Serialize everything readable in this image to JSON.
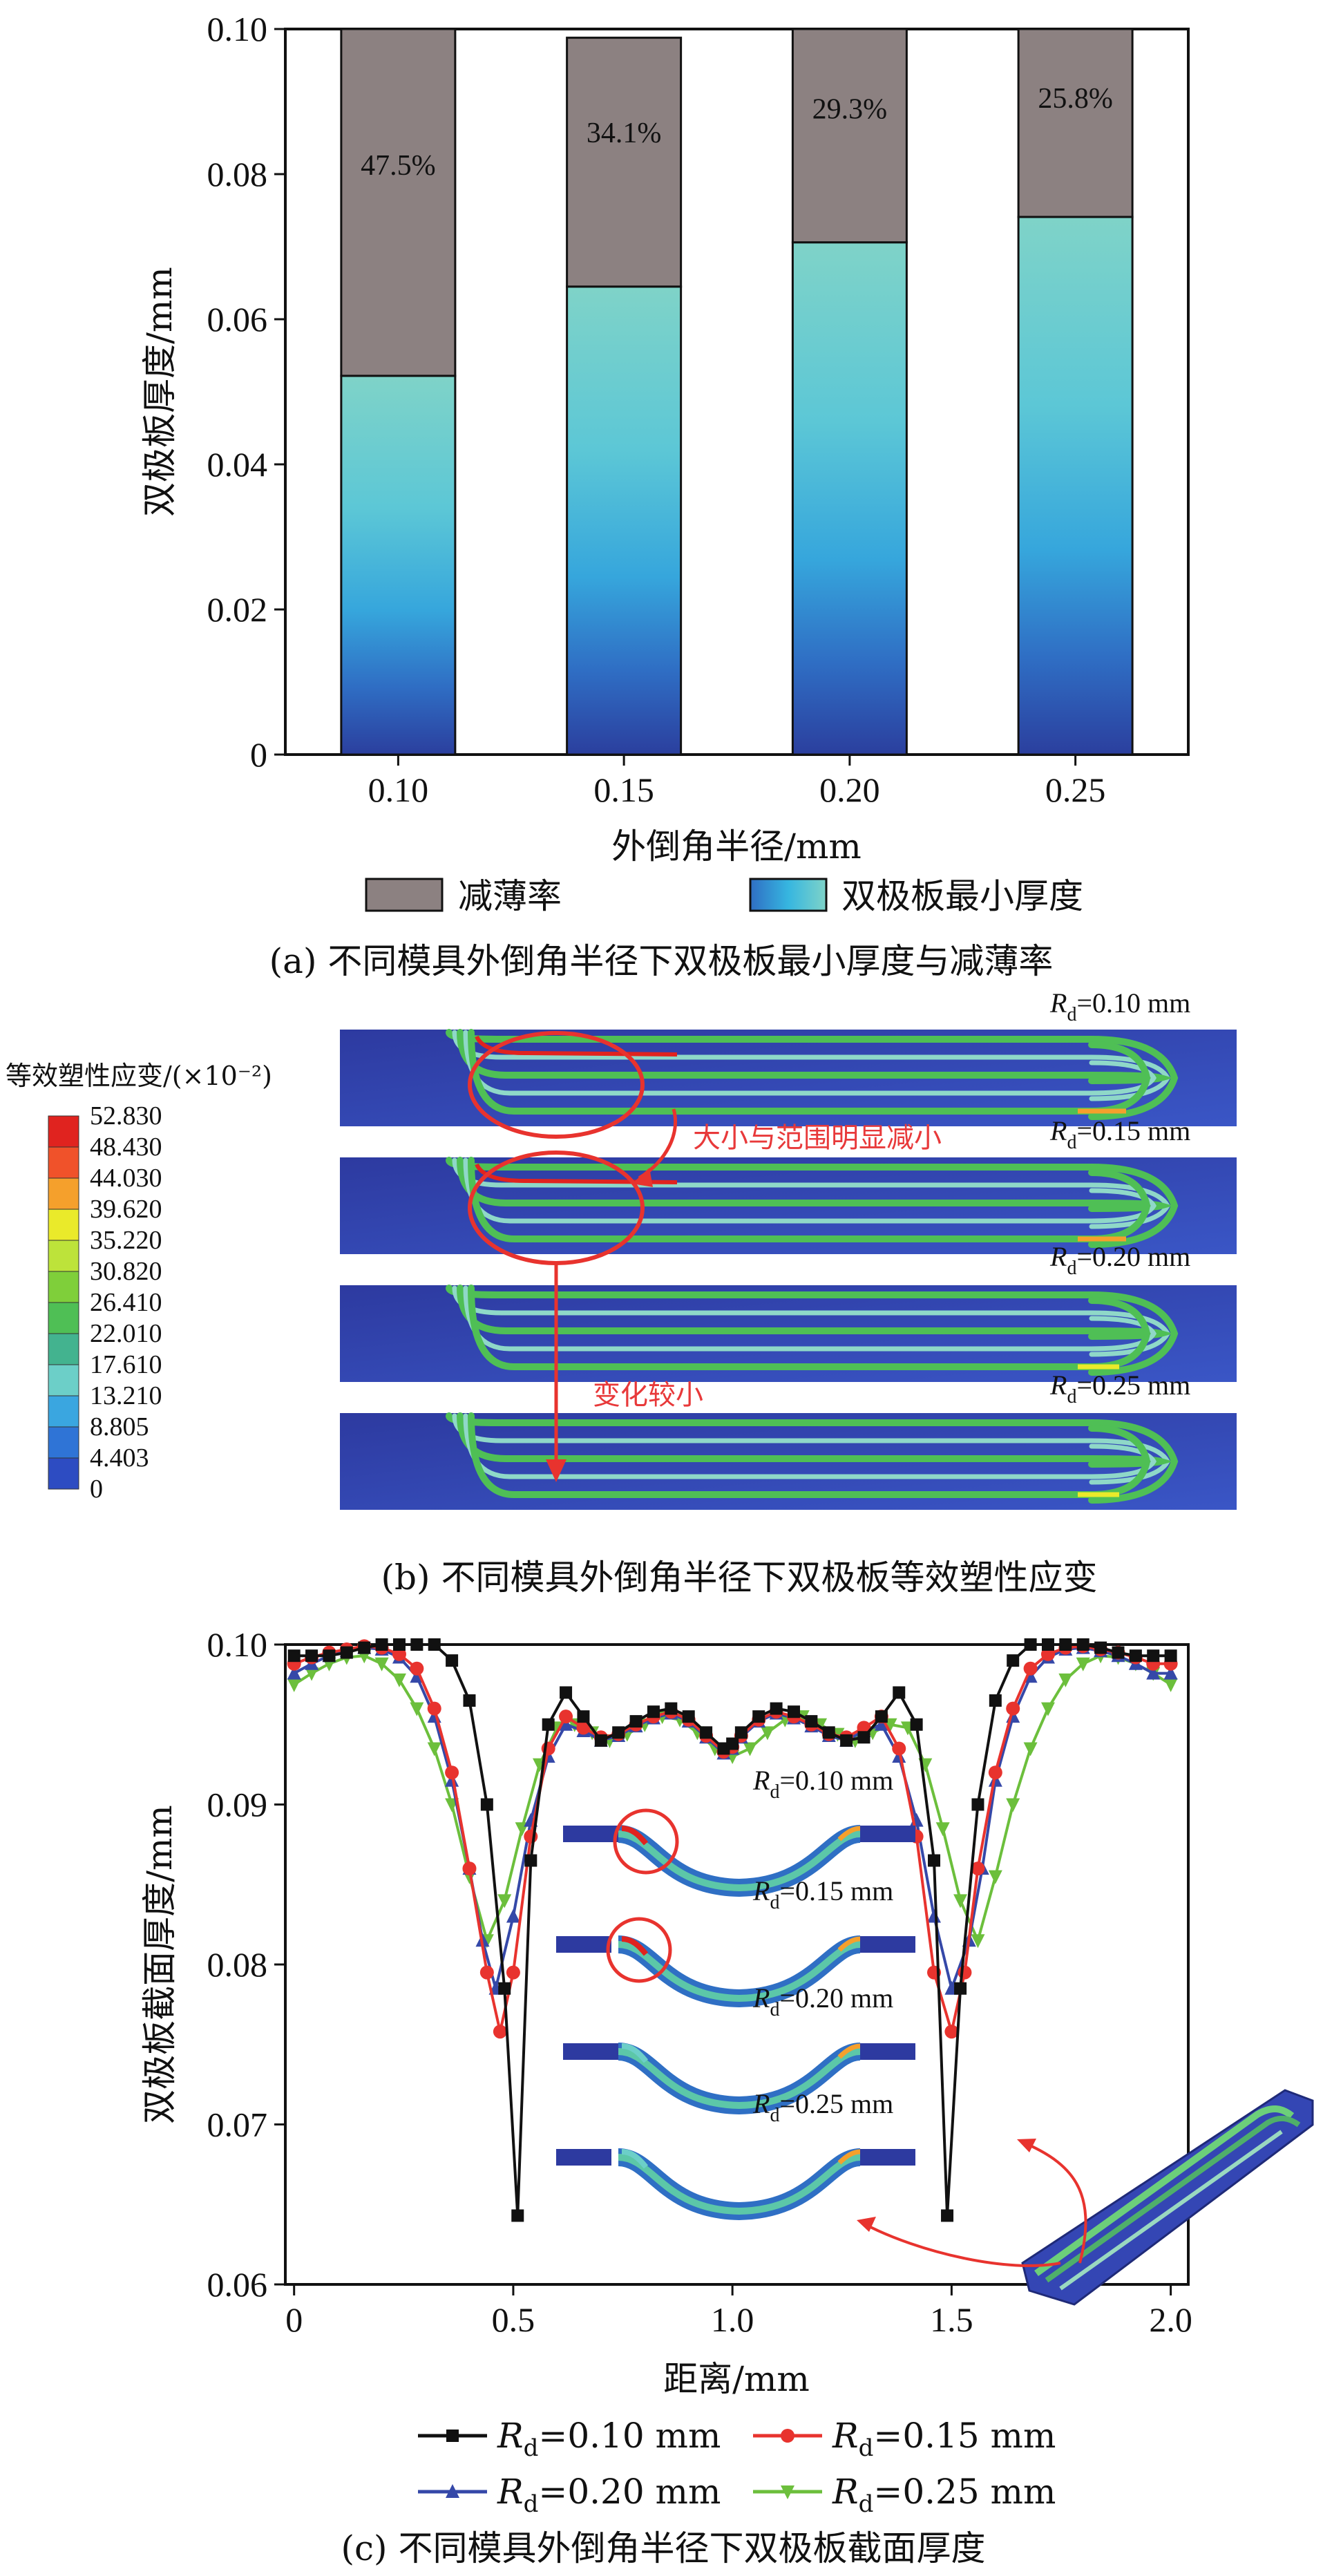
{
  "panel_a": {
    "caption": "(a) 不同模具外倒角半径下双极板最小厚度与减薄率",
    "legend": [
      "减薄率",
      "双极板最小厚度"
    ]
  },
  "panel_b": {
    "caption": "(b) 不同模具外倒角半径下双极板等效塑性应变",
    "colorbar_title": "等效塑性应变/(×10⁻²)",
    "colorbar_values": [
      "52.830",
      "48.430",
      "44.030",
      "39.620",
      "35.220",
      "30.820",
      "26.410",
      "22.010",
      "17.610",
      "13.210",
      "8.805",
      "4.403",
      "0"
    ],
    "colorbar_colors": [
      "#e0231f",
      "#f0522a",
      "#f5a02c",
      "#eaea2a",
      "#bde33a",
      "#7fcf3a",
      "#4fbf55",
      "#43b38f",
      "#6ccfc8",
      "#3aa6e0",
      "#2f74d6",
      "#2d4cc2",
      "#2d3a9a"
    ],
    "labels": [
      {
        "var": "R",
        "sub": "d",
        "value": "=0.10 mm"
      },
      {
        "var": "R",
        "sub": "d",
        "value": "=0.15 mm"
      },
      {
        "var": "R",
        "sub": "d",
        "value": "=0.20 mm"
      },
      {
        "var": "R",
        "sub": "d",
        "value": "=0.25 mm"
      }
    ],
    "annotations": [
      "大小与范围明显减小",
      "变化较小"
    ]
  },
  "panel_c": {
    "caption": "(c) 不同模具外倒角半径下双极板截面厚度",
    "inset_labels": [
      {
        "var": "R",
        "sub": "d",
        "value": "=0.10 mm"
      },
      {
        "var": "R",
        "sub": "d",
        "value": "=0.15 mm"
      },
      {
        "var": "R",
        "sub": "d",
        "value": "=0.20 mm"
      },
      {
        "var": "R",
        "sub": "d",
        "value": "=0.25 mm"
      }
    ]
  },
  "chart_data": [
    {
      "type": "bar",
      "categories": [
        "0.10",
        "0.15",
        "0.20",
        "0.25"
      ],
      "series": [
        {
          "name": "双极板最小厚度",
          "values": [
            0.0522,
            0.0645,
            0.0706,
            0.0741
          ],
          "color": "#3fa8c9"
        },
        {
          "name": "减薄率",
          "values": [
            0.0478,
            0.0343,
            0.0294,
            0.0259
          ],
          "labels": [
            "47.5%",
            "34.1%",
            "29.3%",
            "25.8%"
          ],
          "color": "#8c8181"
        }
      ],
      "stacked": true,
      "xlabel": "外倒角半径/mm",
      "ylabel": "双极板厚度/mm",
      "ylim": [
        0,
        0.1
      ],
      "yticks": [
        "0",
        "0.02",
        "0.04",
        "0.06",
        "0.08",
        "0.10"
      ]
    },
    {
      "type": "line",
      "xlabel": "距离/mm",
      "ylabel": "双极板截面厚度/mm",
      "xlim": [
        0,
        2.0
      ],
      "ylim": [
        0.06,
        0.1
      ],
      "xticks": [
        "0",
        "0.5",
        "1.0",
        "1.5",
        "2.0"
      ],
      "yticks": [
        "0.06",
        "0.07",
        "0.08",
        "0.09",
        "0.10"
      ],
      "series": [
        {
          "name": "Rd=0.10 mm",
          "legend": {
            "var": "R",
            "sub": "d",
            "value": "=0.10 mm"
          },
          "color": "#111111",
          "marker": "square",
          "x": [
            0,
            0.04,
            0.08,
            0.12,
            0.16,
            0.2,
            0.24,
            0.28,
            0.32,
            0.36,
            0.4,
            0.44,
            0.48,
            0.51,
            0.54,
            0.58,
            0.62,
            0.66,
            0.7,
            0.74,
            0.78,
            0.82,
            0.86,
            0.9,
            0.94,
            0.98,
            1.0,
            1.02,
            1.06,
            1.1,
            1.14,
            1.18,
            1.22,
            1.26,
            1.3,
            1.34,
            1.38,
            1.42,
            1.46,
            1.49,
            1.52,
            1.56,
            1.6,
            1.64,
            1.68,
            1.72,
            1.76,
            1.8,
            1.84,
            1.88,
            1.92,
            1.96,
            2.0
          ],
          "y": [
            0.0993,
            0.0993,
            0.0993,
            0.0995,
            0.0998,
            0.1,
            0.1,
            0.1,
            0.1,
            0.099,
            0.0965,
            0.09,
            0.0785,
            0.0643,
            0.0865,
            0.095,
            0.097,
            0.0955,
            0.094,
            0.0945,
            0.0952,
            0.0958,
            0.096,
            0.0955,
            0.0945,
            0.0935,
            0.0938,
            0.0945,
            0.0955,
            0.096,
            0.0958,
            0.0952,
            0.0945,
            0.094,
            0.0942,
            0.0955,
            0.097,
            0.095,
            0.0865,
            0.0643,
            0.0785,
            0.09,
            0.0965,
            0.099,
            0.1,
            0.1,
            0.1,
            0.1,
            0.0998,
            0.0995,
            0.0993,
            0.0993,
            0.0993
          ]
        },
        {
          "name": "Rd=0.15 mm",
          "legend": {
            "var": "R",
            "sub": "d",
            "value": "=0.15 mm"
          },
          "color": "#e8332e",
          "marker": "circle",
          "x": [
            0,
            0.04,
            0.08,
            0.12,
            0.16,
            0.2,
            0.24,
            0.28,
            0.32,
            0.36,
            0.4,
            0.44,
            0.47,
            0.5,
            0.54,
            0.58,
            0.62,
            0.66,
            0.7,
            0.74,
            0.78,
            0.82,
            0.86,
            0.9,
            0.94,
            0.98,
            1.0,
            1.02,
            1.06,
            1.1,
            1.14,
            1.18,
            1.22,
            1.26,
            1.3,
            1.34,
            1.38,
            1.42,
            1.46,
            1.5,
            1.53,
            1.56,
            1.6,
            1.64,
            1.68,
            1.72,
            1.76,
            1.8,
            1.84,
            1.88,
            1.92,
            1.96,
            2.0
          ],
          "y": [
            0.0988,
            0.0992,
            0.0995,
            0.0997,
            0.0999,
            0.0998,
            0.0994,
            0.0985,
            0.096,
            0.092,
            0.086,
            0.0795,
            0.0758,
            0.0795,
            0.088,
            0.0935,
            0.0955,
            0.0948,
            0.0942,
            0.0944,
            0.095,
            0.0955,
            0.0958,
            0.0953,
            0.0943,
            0.0933,
            0.0936,
            0.0943,
            0.0953,
            0.0958,
            0.0955,
            0.095,
            0.0944,
            0.0942,
            0.0948,
            0.0955,
            0.0935,
            0.088,
            0.0795,
            0.0758,
            0.0795,
            0.086,
            0.092,
            0.096,
            0.0985,
            0.0994,
            0.0998,
            0.0999,
            0.0997,
            0.0995,
            0.0992,
            0.0988,
            0.0988
          ]
        },
        {
          "name": "Rd=0.20 mm",
          "legend": {
            "var": "R",
            "sub": "d",
            "value": "=0.20 mm"
          },
          "color": "#3548a8",
          "marker": "triangle",
          "x": [
            0,
            0.04,
            0.08,
            0.12,
            0.16,
            0.2,
            0.24,
            0.28,
            0.32,
            0.36,
            0.4,
            0.43,
            0.46,
            0.5,
            0.54,
            0.58,
            0.62,
            0.66,
            0.7,
            0.74,
            0.78,
            0.82,
            0.86,
            0.9,
            0.94,
            0.98,
            1.0,
            1.02,
            1.06,
            1.1,
            1.14,
            1.18,
            1.22,
            1.26,
            1.3,
            1.34,
            1.38,
            1.42,
            1.46,
            1.5,
            1.54,
            1.57,
            1.6,
            1.64,
            1.68,
            1.72,
            1.76,
            1.8,
            1.84,
            1.88,
            1.92,
            1.96,
            2.0
          ],
          "y": [
            0.0982,
            0.0988,
            0.0993,
            0.0996,
            0.0998,
            0.0997,
            0.0992,
            0.098,
            0.0955,
            0.0915,
            0.086,
            0.0815,
            0.0785,
            0.083,
            0.089,
            0.093,
            0.095,
            0.0946,
            0.094,
            0.0943,
            0.0949,
            0.0954,
            0.0957,
            0.0952,
            0.0942,
            0.0932,
            0.0935,
            0.0942,
            0.0952,
            0.0957,
            0.0954,
            0.0949,
            0.0943,
            0.094,
            0.0946,
            0.095,
            0.093,
            0.089,
            0.083,
            0.0785,
            0.0815,
            0.086,
            0.0915,
            0.0955,
            0.098,
            0.0992,
            0.0997,
            0.0998,
            0.0996,
            0.0993,
            0.0988,
            0.0982,
            0.0982
          ]
        },
        {
          "name": "Rd=0.25 mm",
          "legend": {
            "var": "R",
            "sub": "d",
            "value": "=0.25 mm"
          },
          "color": "#6cbf3c",
          "marker": "triangle-down",
          "x": [
            0,
            0.04,
            0.08,
            0.12,
            0.16,
            0.2,
            0.24,
            0.28,
            0.32,
            0.36,
            0.4,
            0.44,
            0.48,
            0.52,
            0.56,
            0.6,
            0.64,
            0.68,
            0.72,
            0.76,
            0.8,
            0.84,
            0.88,
            0.92,
            0.96,
            1.0,
            1.04,
            1.08,
            1.12,
            1.16,
            1.2,
            1.24,
            1.28,
            1.32,
            1.36,
            1.4,
            1.44,
            1.48,
            1.52,
            1.56,
            1.6,
            1.64,
            1.68,
            1.72,
            1.76,
            1.8,
            1.84,
            1.88,
            1.92,
            1.96,
            2.0
          ],
          "y": [
            0.0975,
            0.0982,
            0.0988,
            0.0992,
            0.0993,
            0.0988,
            0.0978,
            0.096,
            0.0935,
            0.09,
            0.0855,
            0.0815,
            0.084,
            0.0885,
            0.0925,
            0.0948,
            0.095,
            0.0945,
            0.094,
            0.0944,
            0.095,
            0.0955,
            0.0953,
            0.0945,
            0.0935,
            0.093,
            0.0935,
            0.0945,
            0.0953,
            0.0955,
            0.095,
            0.0944,
            0.094,
            0.0945,
            0.095,
            0.0948,
            0.0925,
            0.0885,
            0.084,
            0.0815,
            0.0855,
            0.09,
            0.0935,
            0.096,
            0.0978,
            0.0988,
            0.0993,
            0.0992,
            0.0988,
            0.0982,
            0.0975
          ]
        }
      ]
    }
  ]
}
